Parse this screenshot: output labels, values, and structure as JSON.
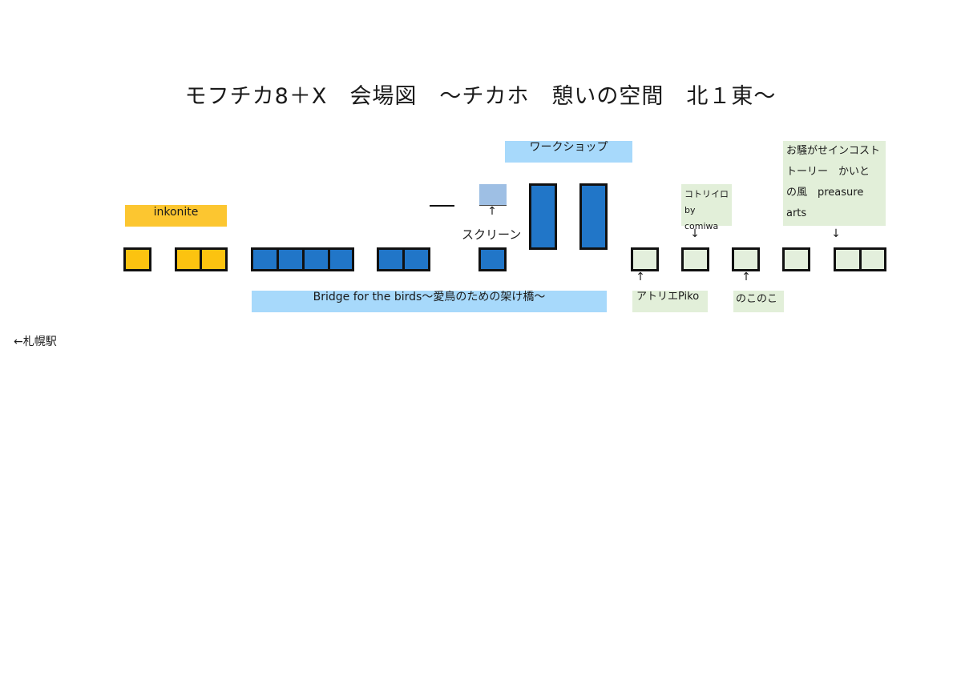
{
  "title": "モフチカ8＋X　会場図　～チカホ　憩いの空間　北１東～",
  "labels": {
    "inkonite": "inkonite",
    "bridge": "Bridge for the birds～愛鳥のための架け橋～",
    "workshop": "ワークショップ",
    "screen": "スクリーン",
    "kotoriiro_1": "コトリイロ",
    "kotoriiro_2": "by comiwa",
    "osawagase_1": "お騒がせインコスト",
    "osawagase_2": "トーリー　かいと",
    "osawagase_3": "の風　preasure",
    "osawagase_4": "arts",
    "atelier": "アトリエPiko",
    "nokonoko": "のこのこ",
    "sapporo": "←札幌駅"
  },
  "arrows": {
    "up": "↑",
    "down": "↓"
  },
  "colors": {
    "yellow_booth": "#fcc310",
    "yellow_label": "#fcc630",
    "blue_booth": "#2176c8",
    "light_blue_label": "#a7d9fb",
    "screen_blue": "#9ebfe4",
    "green_booth": "#e3efdc",
    "green_label": "#e2efd9"
  }
}
